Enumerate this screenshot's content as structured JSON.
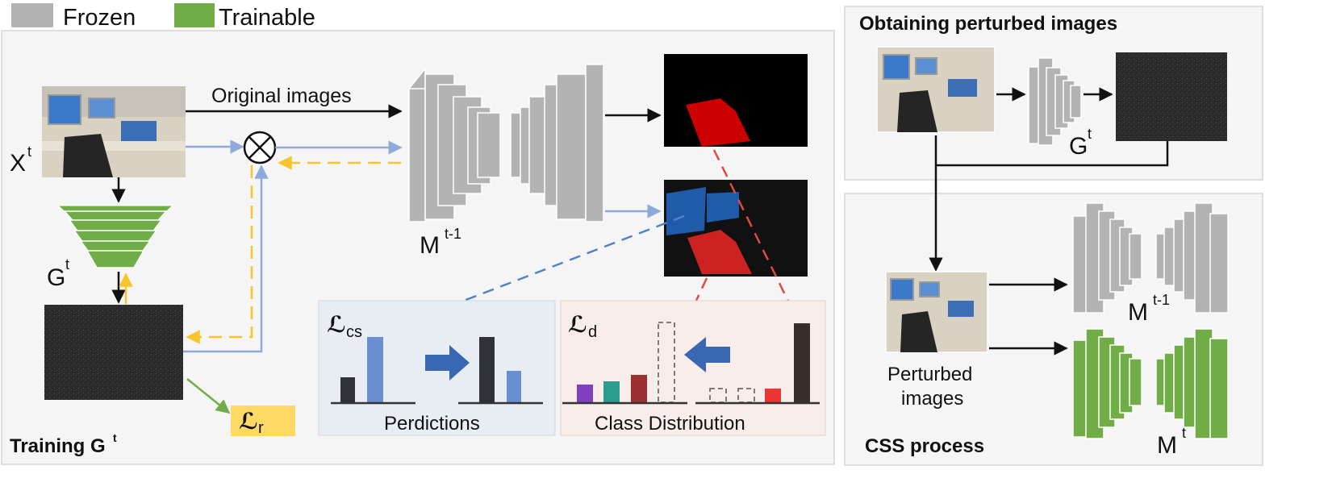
{
  "legend": {
    "frozen": "Frozen",
    "trainable": "Trainable",
    "frozen_color": "#b3b3b3",
    "trainable_color": "#70ad47"
  },
  "training": {
    "title": "Training G",
    "title_sup": "t",
    "xt": "X",
    "xt_sup": "t",
    "gt": "G",
    "gt_sup": "t",
    "mt1": "M",
    "mt1_sup": "t-1",
    "original_images": "Original images",
    "loss_r": "r",
    "loss_cs": "cs",
    "loss_d": "d",
    "predictions": "Perdictions",
    "class_distribution": "Class Distribution"
  },
  "perturbed": {
    "title": "Obtaining perturbed images",
    "gt": "G",
    "gt_sup": "t"
  },
  "css": {
    "title": "CSS process",
    "perturbed_line1": "Perturbed",
    "perturbed_line2": "images",
    "mt1": "M",
    "mt1_sup": "t-1",
    "mt": "M",
    "mt_sup": "t"
  },
  "colors": {
    "black_arrow": "#111111",
    "blue_arrow": "#8eaadb",
    "yellow_arrow": "#f7c42b",
    "green_arrow": "#70ad47",
    "red_dash": "#e04a3f",
    "blue_dash": "#4f81c7"
  }
}
